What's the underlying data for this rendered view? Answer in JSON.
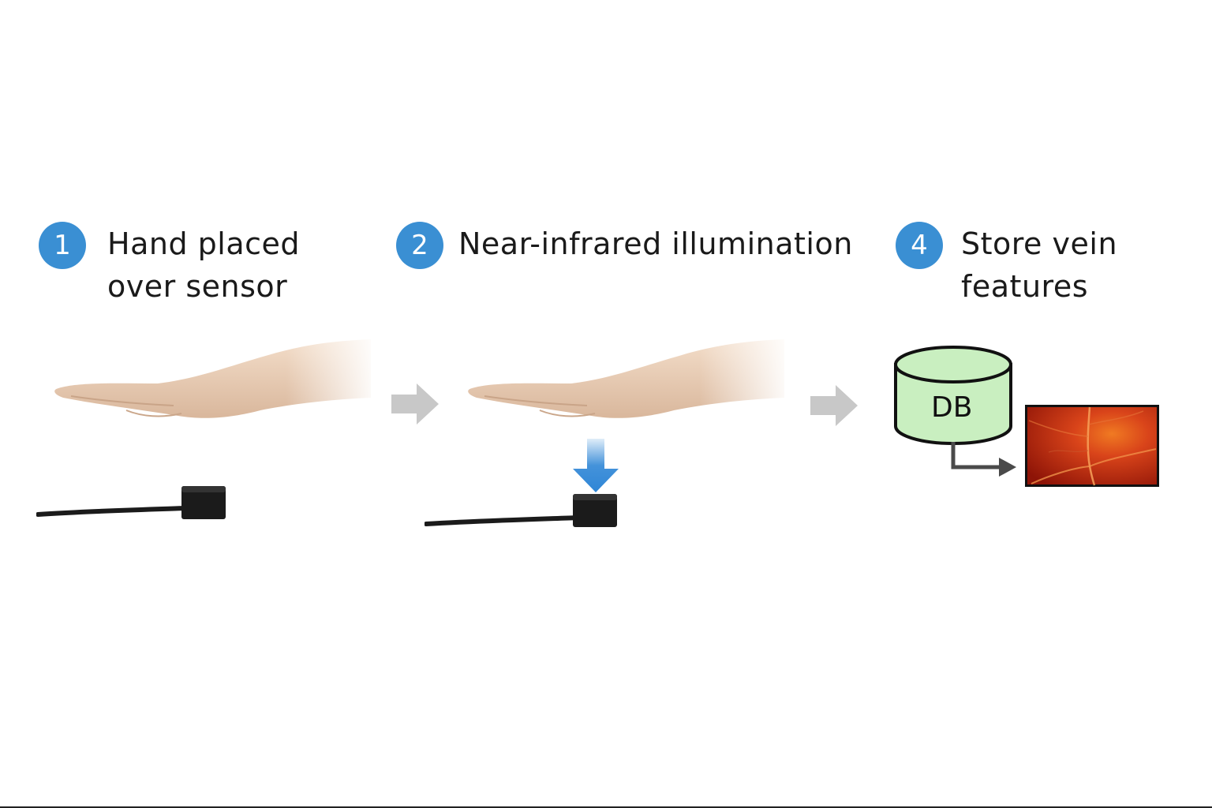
{
  "steps": [
    {
      "number": "1",
      "line1": "Hand placed",
      "line2": "over sensor"
    },
    {
      "number": "2",
      "line1": "Near-infrared illumination",
      "line2": ""
    },
    {
      "number": "4",
      "line1": "Store vein",
      "line2": "features"
    }
  ],
  "database": {
    "label": "DB",
    "fill_color": "#c9efc0"
  },
  "colors": {
    "badge": "#3a8fd3",
    "flow_arrow": "#c8c8c8",
    "ir_arrow": "#2f86d6",
    "sensor": "#1b1b1b",
    "vein_background": "#c0200c"
  },
  "icons": {
    "flow_arrow": "right-arrow-icon",
    "ir_arrow": "down-arrow-icon",
    "database": "database-cylinder-icon",
    "output_arrow": "elbow-arrow-icon"
  }
}
